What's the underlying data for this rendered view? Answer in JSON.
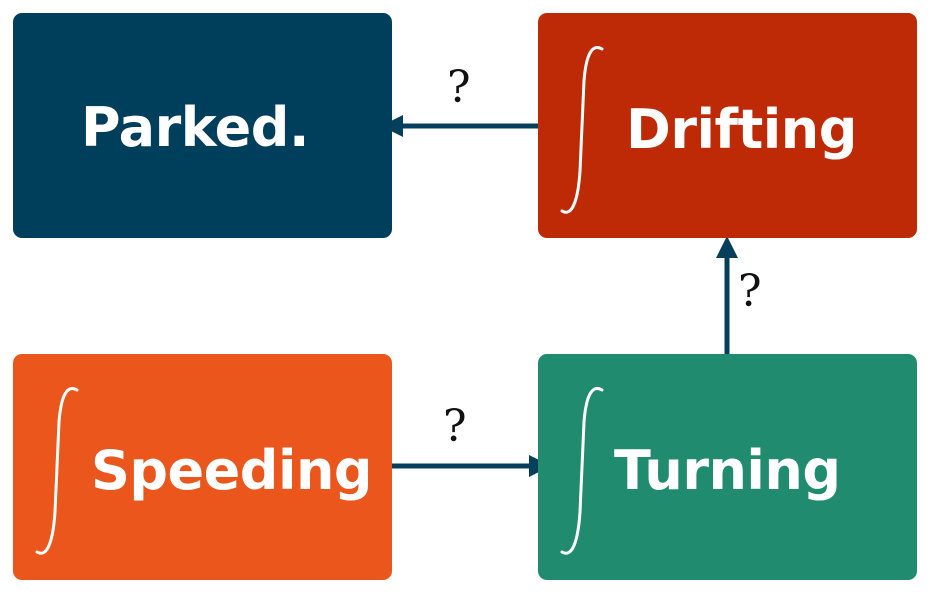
{
  "nodes": [
    {
      "id": "parked",
      "label": "Parked.",
      "color": "#003f5c",
      "integral": false
    },
    {
      "id": "drifting",
      "label": "Drifting",
      "color": "#bd2a05",
      "integral": true
    },
    {
      "id": "speeding",
      "label": "Speeding",
      "color": "#ea561c",
      "integral": true
    },
    {
      "id": "turning",
      "label": "Turning",
      "color": "#218b6f",
      "integral": true
    }
  ],
  "edges": [
    {
      "from": "drifting",
      "to": "parked",
      "label": "?"
    },
    {
      "from": "turning",
      "to": "drifting",
      "label": "?"
    },
    {
      "from": "speeding",
      "to": "turning",
      "label": "?"
    }
  ],
  "colors": {
    "arrow": "#063f5c",
    "question_mark": "#111111",
    "text": "#ffffff"
  }
}
